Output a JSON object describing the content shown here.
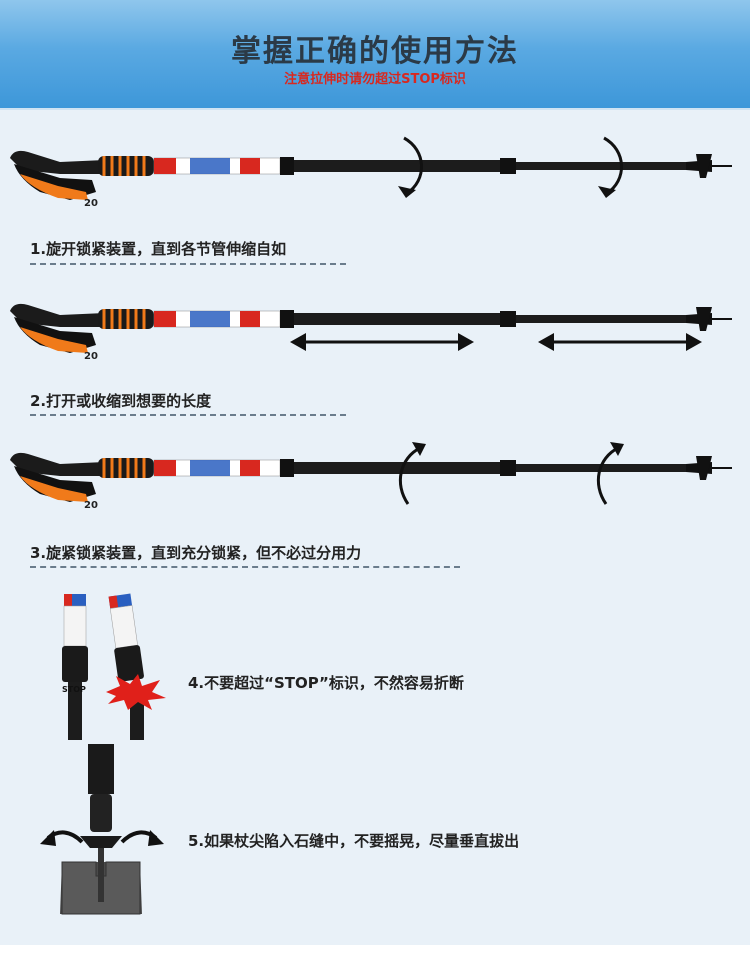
{
  "header": {
    "title": "掌握正确的使用方法",
    "subtitle": "注意拉伸时请勿超过STOP标识"
  },
  "steps": [
    {
      "label": "1.旋开锁紧装置，直到各节管伸缩自如"
    },
    {
      "label": "2.打开或收缩到想要的长度"
    },
    {
      "label": "3.旋紧锁紧装置，直到充分锁紧，但不必过分用力"
    },
    {
      "label": "4.不要超过“STOP”标识，不然容易折断"
    },
    {
      "label": "5.如果杖尖陷入石缝中，不要摇晃，尽量垂直拔出"
    }
  ],
  "labels": {
    "stop_mark": "STOP",
    "handle_mark": "20"
  },
  "colors": {
    "header_blue": "#3d97d9",
    "warning_red": "#d8281f",
    "panel_bg": "#e9f1f8",
    "grip_orange": "#f07a1a"
  },
  "icons": [
    "rotate-ccw-arrow-icon",
    "double-arrow-icon",
    "rotate-cw-arrow-icon",
    "burst-icon"
  ]
}
